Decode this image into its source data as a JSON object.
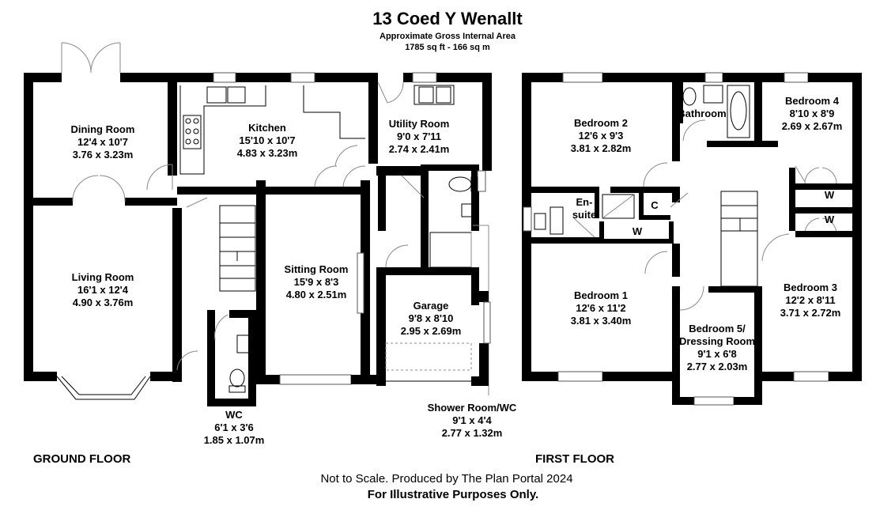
{
  "header": {
    "title": "13 Coed Y Wenallt",
    "subtitle": "Approximate Gross Internal Area",
    "area": "1785 sq ft - 166 sq m"
  },
  "floors": {
    "ground_label": "GROUND FLOOR",
    "first_label": "FIRST FLOOR"
  },
  "ground_rooms": [
    {
      "name": "Dining Room",
      "imperial": "12'4 x 10'7",
      "metric": "3.76 x 3.23m"
    },
    {
      "name": "Kitchen",
      "imperial": "15'10 x 10'7",
      "metric": "4.83 x 3.23m"
    },
    {
      "name": "Utility Room",
      "imperial": "9'0 x 7'11",
      "metric": "2.74 x 2.41m"
    },
    {
      "name": "Living Room",
      "imperial": "16'1 x 12'4",
      "metric": "4.90 x 3.76m"
    },
    {
      "name": "Sitting Room",
      "imperial": "15'9 x 8'3",
      "metric": "4.80 x 2.51m"
    },
    {
      "name": "Garage",
      "imperial": "9'8 x 8'10",
      "metric": "2.95 x 2.69m"
    },
    {
      "name": "WC",
      "imperial": "6'1 x 3'6",
      "metric": "1.85 x 1.07m"
    },
    {
      "name": "Shower Room/WC",
      "imperial": "9'1 x 4'4",
      "metric": "2.77 x 1.32m"
    }
  ],
  "first_rooms": [
    {
      "name": "Bedroom 2",
      "imperial": "12'6 x 9'3",
      "metric": "3.81 x 2.82m"
    },
    {
      "name": "Bathroom"
    },
    {
      "name": "Bedroom 4",
      "imperial": "8'10 x 8'9",
      "metric": "2.69 x 2.67m"
    },
    {
      "name": "En-",
      "name2": "suite"
    },
    {
      "name": "C"
    },
    {
      "name": "W"
    },
    {
      "name": "W"
    },
    {
      "name": "W"
    },
    {
      "name": "Bedroom 1",
      "imperial": "12'6 x 11'2",
      "metric": "3.81 x 3.40m"
    },
    {
      "name": "Bedroom 5/",
      "name2": "Dressing Room",
      "imperial": "9'1 x 6'8",
      "metric": "2.77 x 2.03m"
    },
    {
      "name": "Bedroom 3",
      "imperial": "12'2 x 8'11",
      "metric": "3.71 x 2.72m"
    }
  ],
  "footer": {
    "line1": "Not to Scale. Produced by The Plan Portal 2024",
    "line2": "For Illustrative Purposes Only."
  }
}
